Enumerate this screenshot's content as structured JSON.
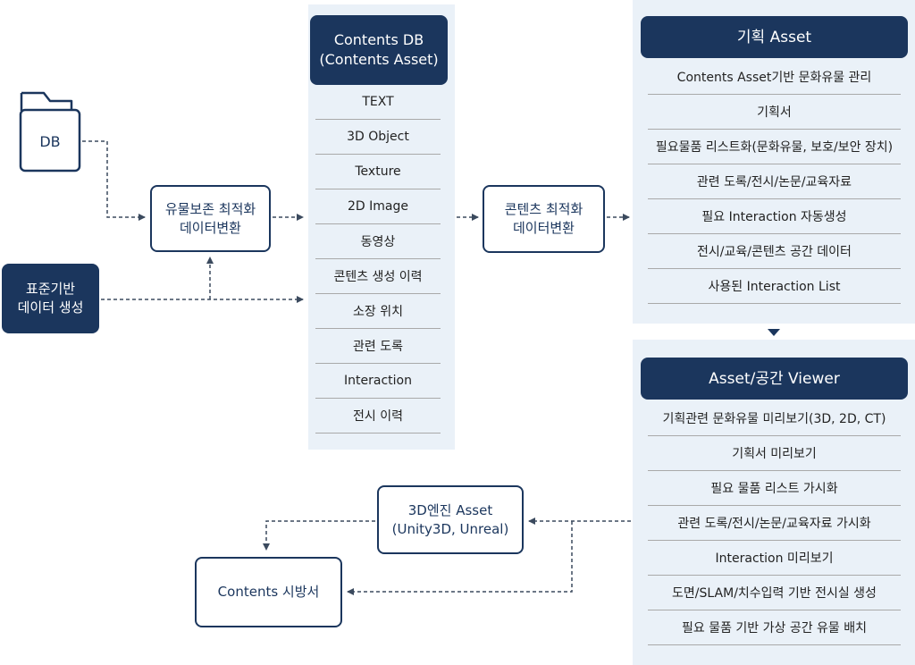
{
  "colors": {
    "navy": "#1b365d",
    "panel": "#eaf1f8",
    "arrow": "#3b4a5e"
  },
  "db_folder": {
    "label": "DB",
    "icon": "folder-icon"
  },
  "standard_box": {
    "line1": "표준기반",
    "line2": "데이터 생성"
  },
  "preservation_box": {
    "line1": "유물보존 최적화",
    "line2": "데이터변환"
  },
  "contents_db": {
    "title1": "Contents DB",
    "title2": "(Contents Asset)",
    "items": [
      "TEXT",
      "3D Object",
      "Texture",
      "2D Image",
      "동영상",
      "콘텐츠 생성 이력",
      "소장 위치",
      "관련 도록",
      "Interaction",
      "전시 이력"
    ]
  },
  "contents_opt_box": {
    "line1": "콘텐츠 최적화",
    "line2": "데이터변환"
  },
  "planning_asset": {
    "title": "기획 Asset",
    "items": [
      "Contents Asset기반 문화유물 관리",
      "기획서",
      "필요물품 리스트화(문화유물, 보호/보안 장치)",
      "관련 도록/전시/논문/교육자료",
      "필요 Interaction 자동생성",
      "전시/교육/콘텐츠 공간 데이터",
      "사용된 Interaction List"
    ]
  },
  "viewer": {
    "title": "Asset/공간 Viewer",
    "items": [
      "기획관련 문화유물 미리보기(3D, 2D, CT)",
      "기획서 미리보기",
      "필요 물품 리스트 가시화",
      "관련 도록/전시/논문/교육자료 가시화",
      "Interaction 미리보기",
      "도면/SLAM/치수입력 기반 전시실 생성",
      "필요 물품 기반 가상 공간 유물 배치"
    ]
  },
  "engine_box": {
    "line1": "3D엔진 Asset",
    "line2": "(Unity3D, Unreal)"
  },
  "spec_box": {
    "label": "Contents 시방서"
  }
}
